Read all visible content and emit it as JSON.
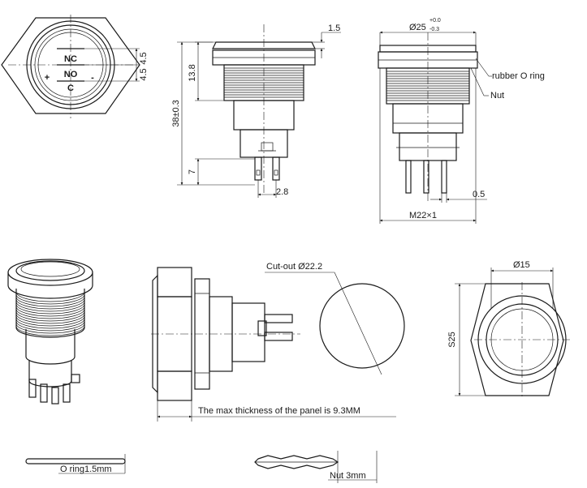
{
  "front_view": {
    "pin_nc": "NC",
    "pin_no": "NO",
    "pin_c": "C",
    "plus": "+",
    "minus": "-",
    "dim_upper": "4.5",
    "dim_lower": "4.5"
  },
  "side_view": {
    "dim_flange": "1.5",
    "dim_thread": "13.8",
    "dim_total": "38±0.3",
    "dim_pin_len": "7",
    "dim_pin_width": "2.8"
  },
  "section_view": {
    "dim_dia": "Ø25",
    "tol_plus": "+0.0",
    "tol_minus": "-0.3",
    "label_oring": "rubber O ring",
    "label_nut": "Nut",
    "dim_pin_thick": "0.5",
    "dim_thread": "M22×1"
  },
  "cutout": {
    "label": "Cut-out Ø22.2"
  },
  "panel": {
    "label": "The max thickness of the panel is 9.3MM"
  },
  "nut_view": {
    "dim_inner": "Ø15",
    "dim_hex": "S25"
  },
  "parts": {
    "oring": "O ring1.5mm",
    "nut": "Nut 3mm"
  }
}
